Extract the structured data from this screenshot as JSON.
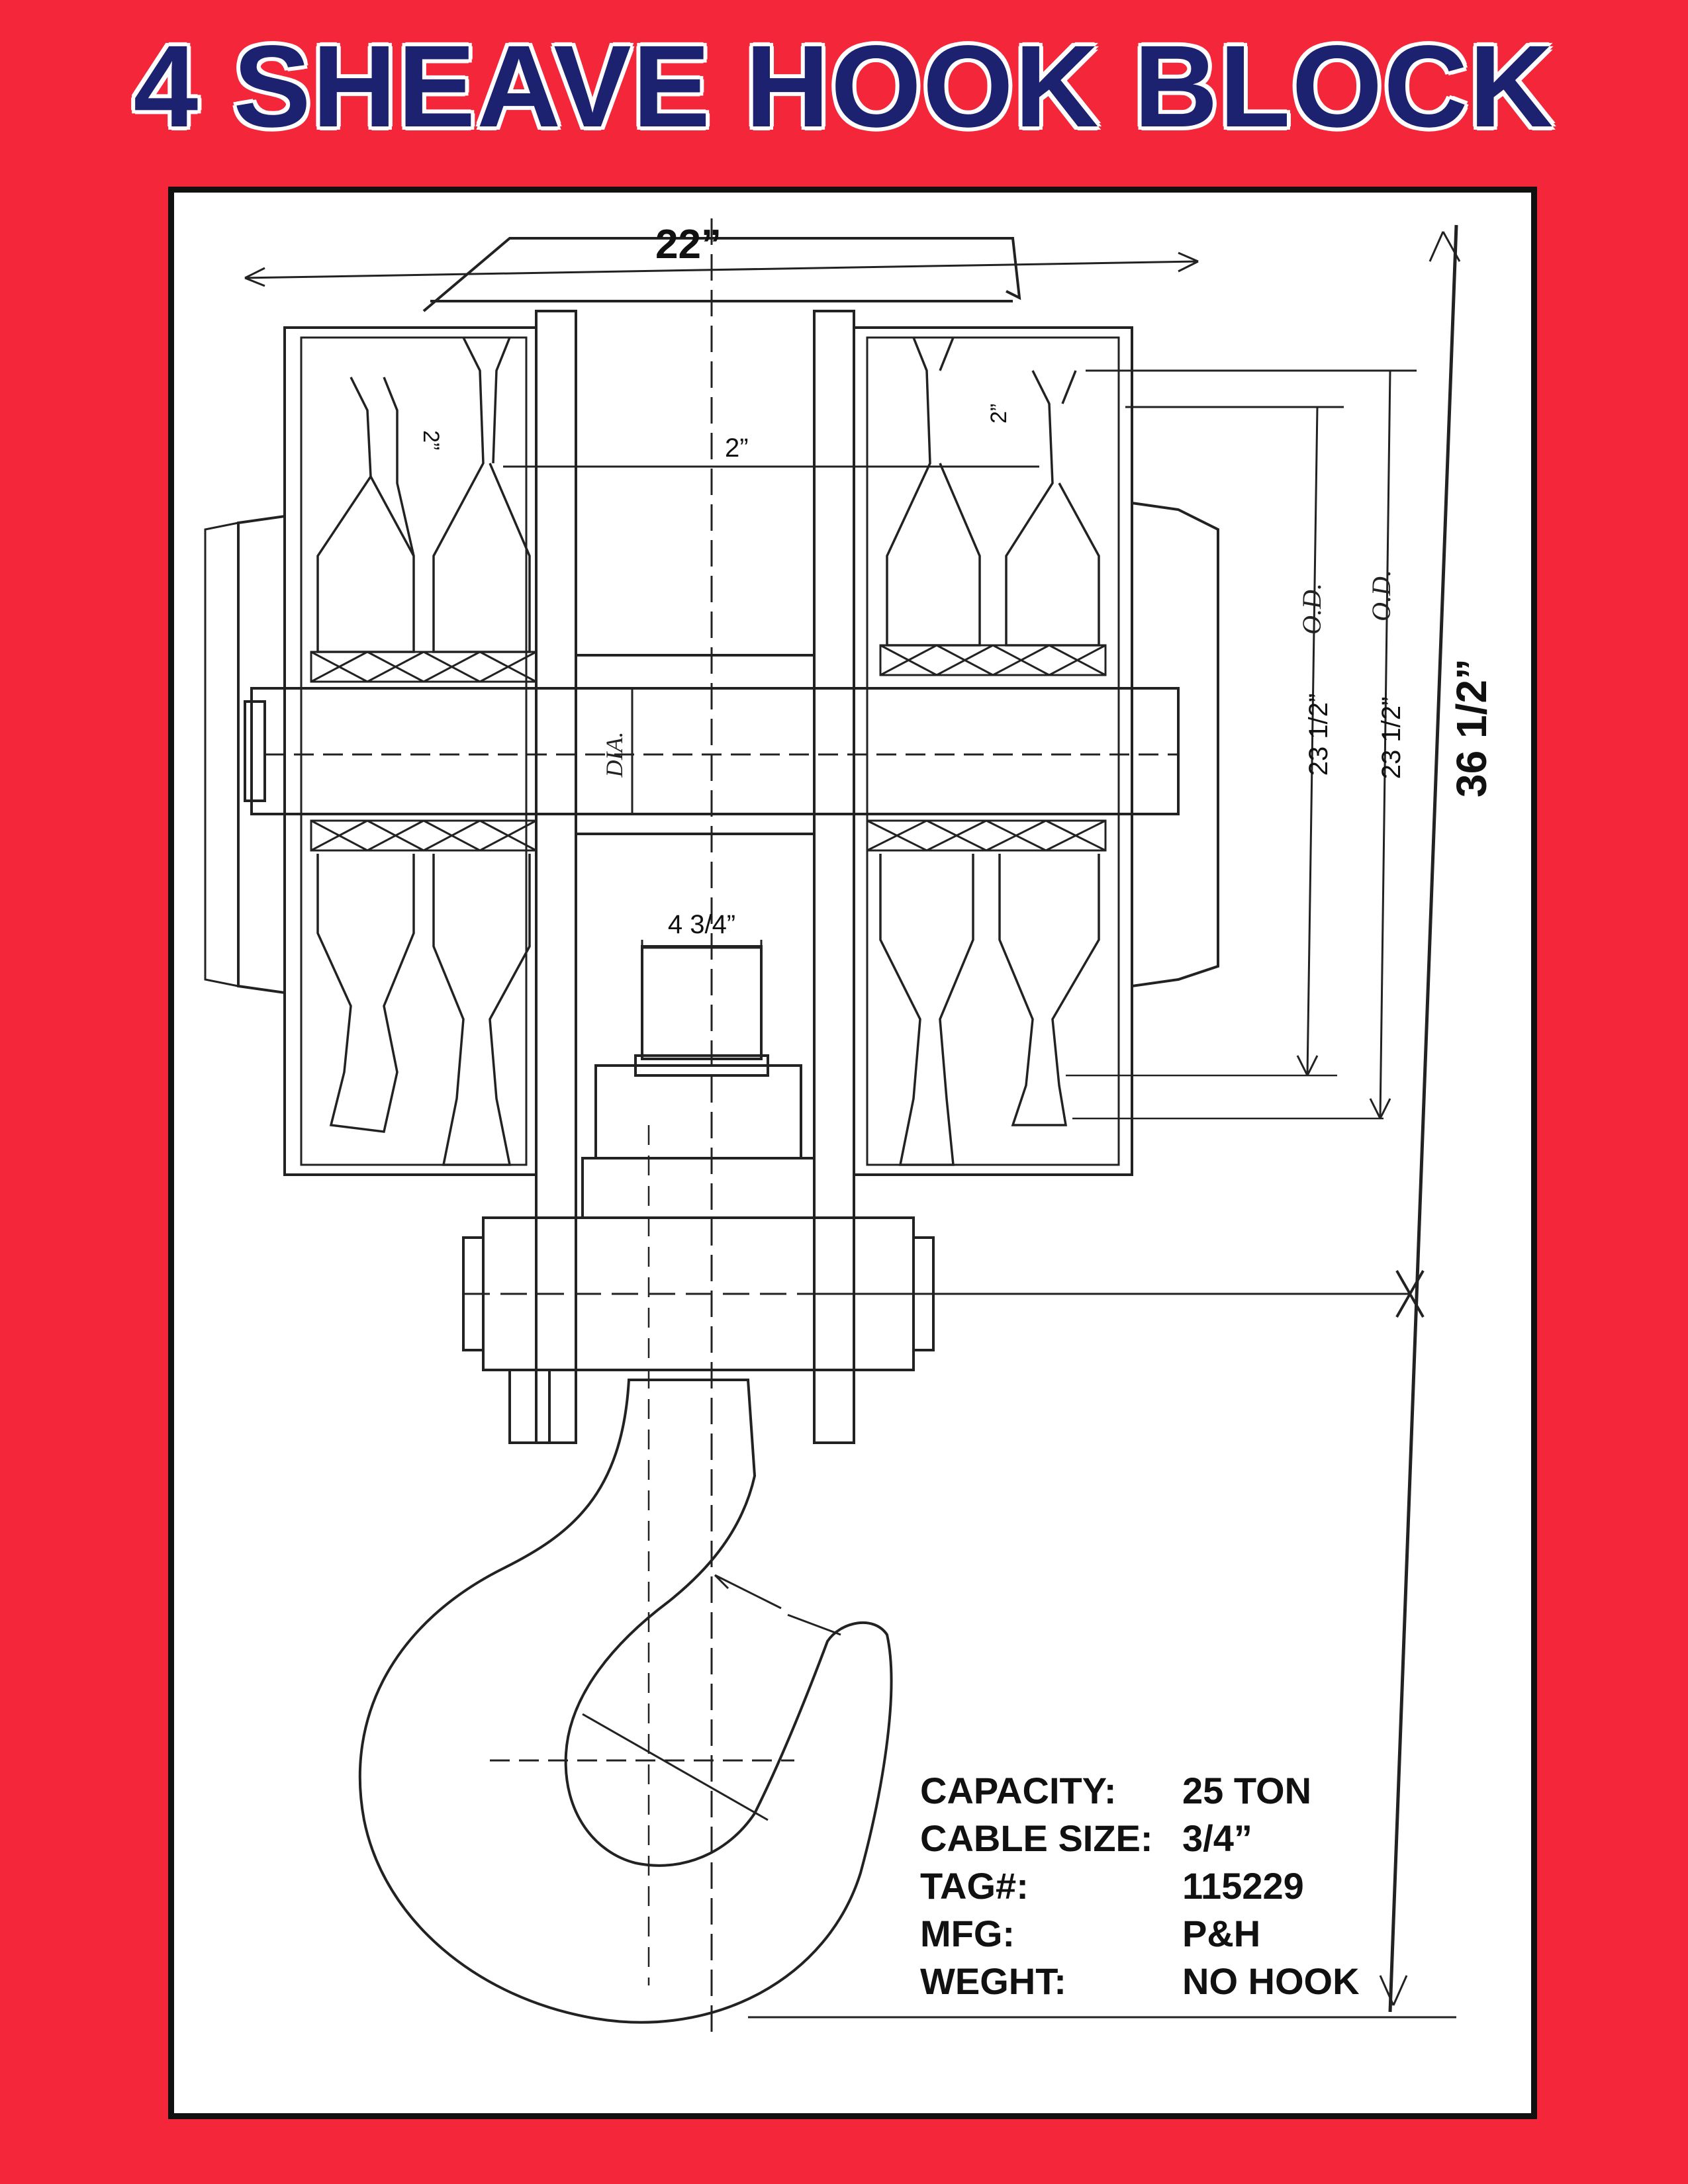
{
  "title": "4 SHEAVE HOOK BLOCK",
  "colors": {
    "background": "#f4263a",
    "title": "#1c2270",
    "sheet": "#ffffff",
    "ink": "#111111"
  },
  "dimensions": {
    "overall_width": "22”",
    "sheave_spacing": "2”",
    "groove_left": "2”",
    "groove_right": "2”",
    "od_inner": "23 1/2”",
    "od_outer": "23 1/2”",
    "od_label_1": "O.D.",
    "od_label_2": "O.D.",
    "overall_height": "36 1/2”",
    "shank": "4 3/4”",
    "dia_label": "DIA."
  },
  "specs": [
    {
      "label": "CAPACITY:",
      "value": "25 TON"
    },
    {
      "label": "CABLE SIZE:",
      "value": "3/4”"
    },
    {
      "label": "TAG#:",
      "value": "115229"
    },
    {
      "label": "MFG:",
      "value": "P&H"
    },
    {
      "label": "WEGHT:",
      "value": "NO HOOK"
    }
  ]
}
